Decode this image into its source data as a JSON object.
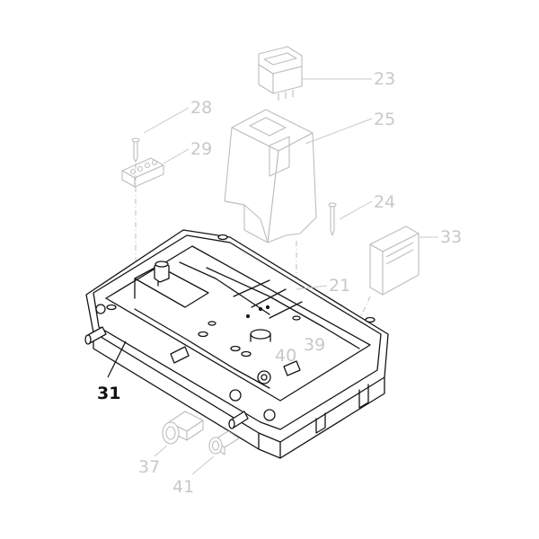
{
  "callouts": {
    "switch": "23",
    "cover": "25",
    "screw_top": "28",
    "terminal_block": "29",
    "screw_right": "24",
    "module": "33",
    "label_21": "21",
    "label_39": "39",
    "label_40": "40",
    "housing": "31",
    "gland_large": "37",
    "gland_small": "41"
  },
  "colors": {
    "ink": "#151515",
    "ghost": "#bdbdbd",
    "callout": "#c8c8c8",
    "callout_main": "#111111"
  }
}
